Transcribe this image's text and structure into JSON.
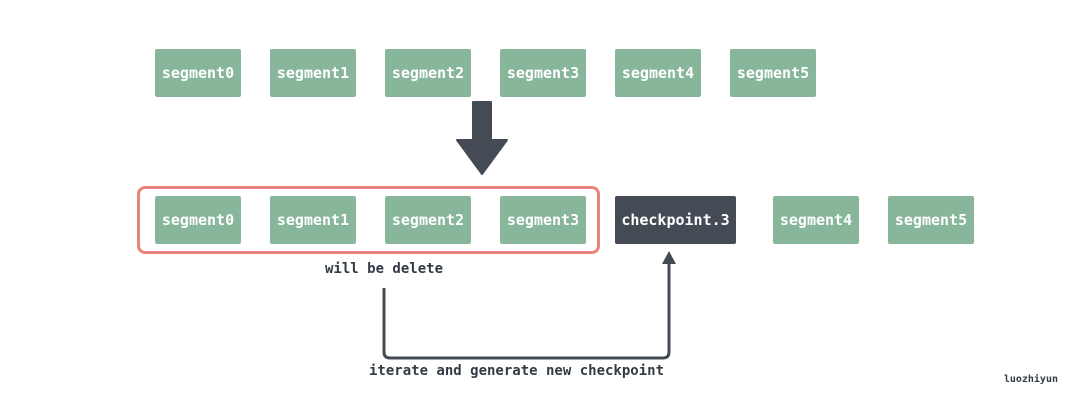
{
  "top_row": [
    "segment0",
    "segment1",
    "segment2",
    "segment3",
    "segment4",
    "segment5"
  ],
  "bottom_row": {
    "deleted_segments": [
      "segment0",
      "segment1",
      "segment2",
      "segment3"
    ],
    "checkpoint": "checkpoint.3",
    "remaining_segments": [
      "segment4",
      "segment5"
    ]
  },
  "labels": {
    "delete_note": "will be delete",
    "process_note": "iterate and generate new checkpoint",
    "author": "luozhiyun"
  },
  "colors": {
    "segment": "#88b69b",
    "checkpoint": "#454b55",
    "delete_border": "#e8837d",
    "arrow": "#454b55"
  }
}
